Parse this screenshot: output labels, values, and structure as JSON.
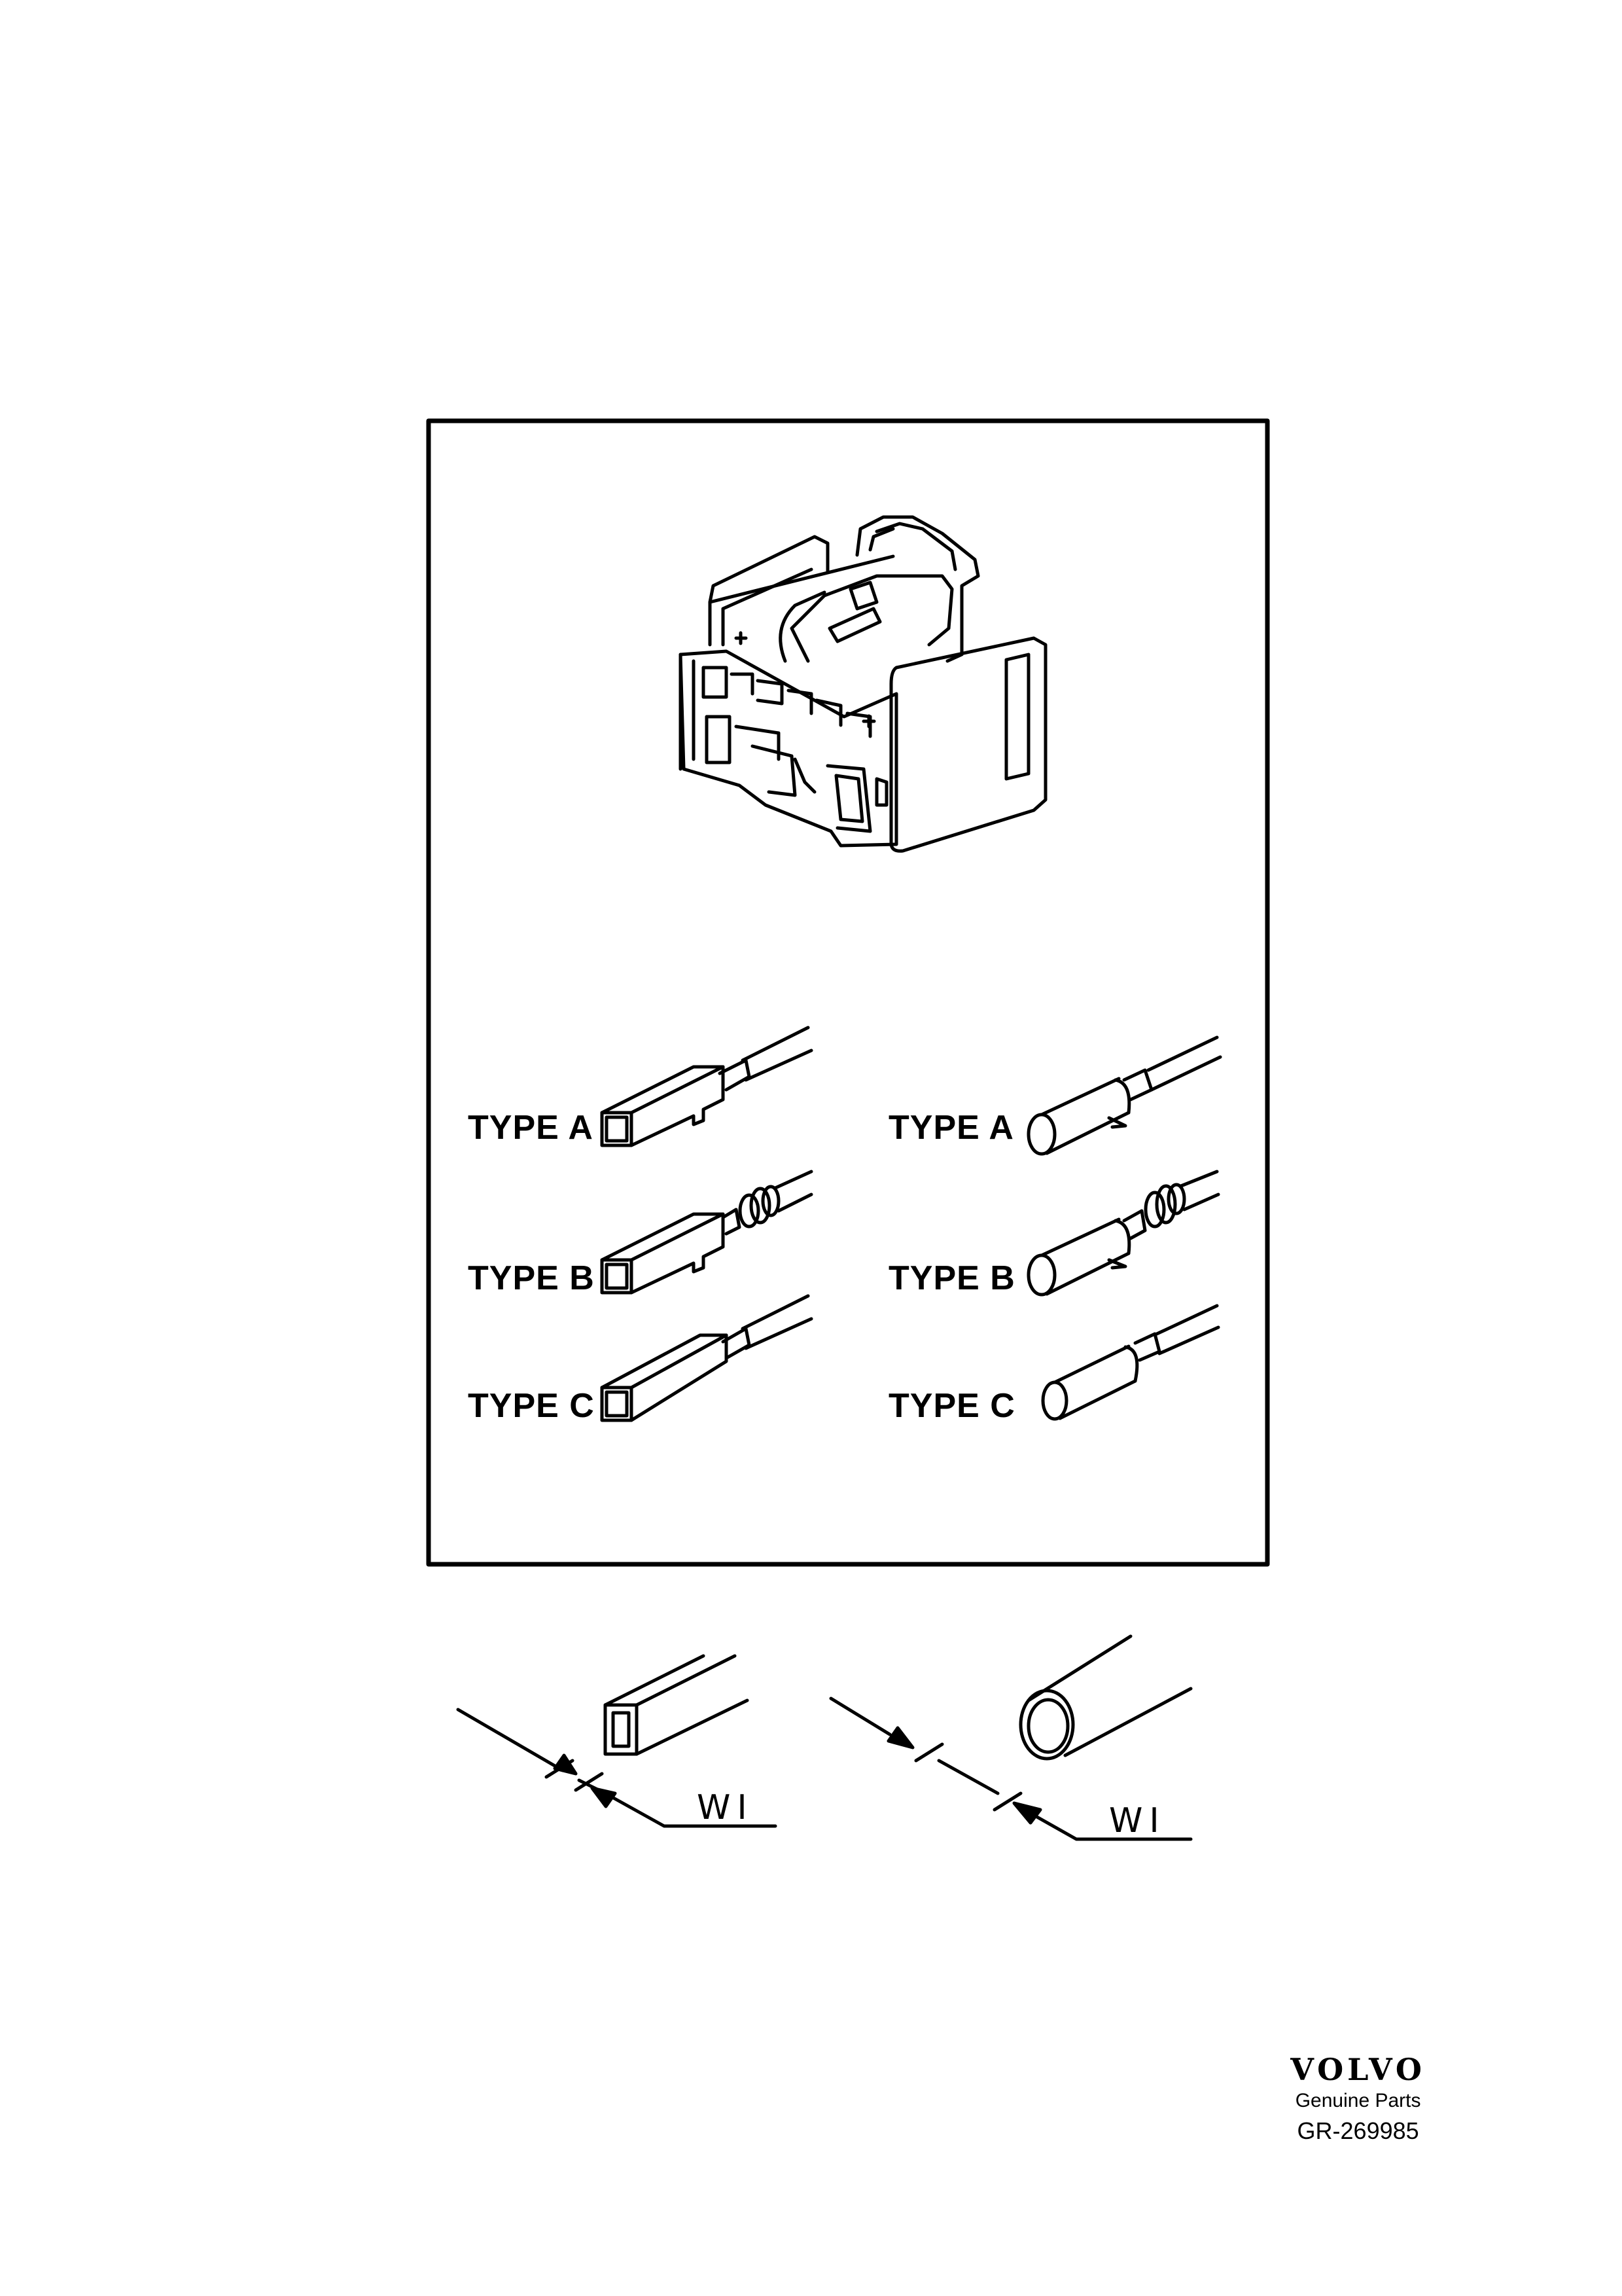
{
  "terminals": {
    "left": [
      {
        "label": "TYPE  A"
      },
      {
        "label": "TYPE  B"
      },
      {
        "label": "TYPE  C"
      }
    ],
    "right": [
      {
        "label": "TYPE  A"
      },
      {
        "label": "TYPE  B"
      },
      {
        "label": "TYPE  C"
      }
    ]
  },
  "dimension": {
    "square_label": "WI",
    "round_label": "WI"
  },
  "brand": {
    "logo": "VOLVO",
    "tagline": "Genuine Parts",
    "reference": "GR-269985"
  }
}
